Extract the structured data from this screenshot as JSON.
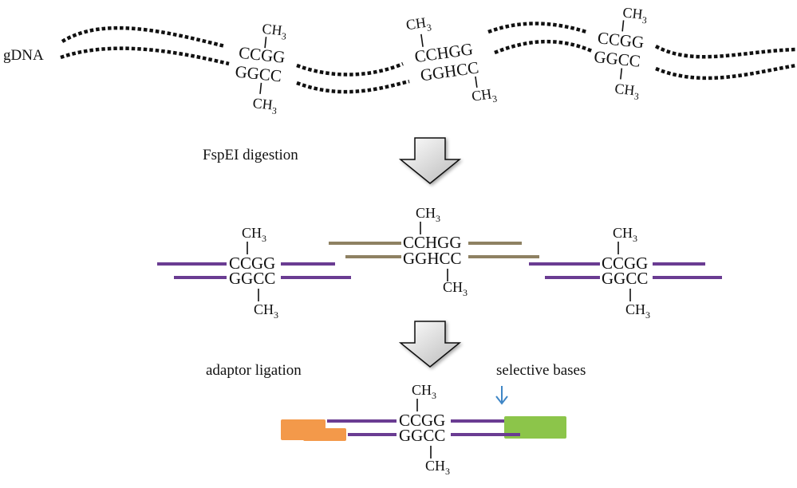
{
  "labels": {
    "gdna": "gDNA",
    "digestion": "FspEI digestion",
    "ligation": "adaptor ligation",
    "selective": "selective bases"
  },
  "chem": {
    "ch3_base": "CH",
    "ch3_sub": "3",
    "ccgg": "CCGG",
    "ggcc": "GGCC",
    "cchgg": "CCHGG",
    "gghcc": "GGHCC"
  },
  "colors": {
    "fragment_strand": "#6a3c92",
    "chg_fragment_strand": "#8e8162",
    "adaptor_left": "#f3994a",
    "adaptor_right": "#8cc54a",
    "arrow_marker": "#3f86c6",
    "step_arrow_fill": "#d9d9d9"
  }
}
